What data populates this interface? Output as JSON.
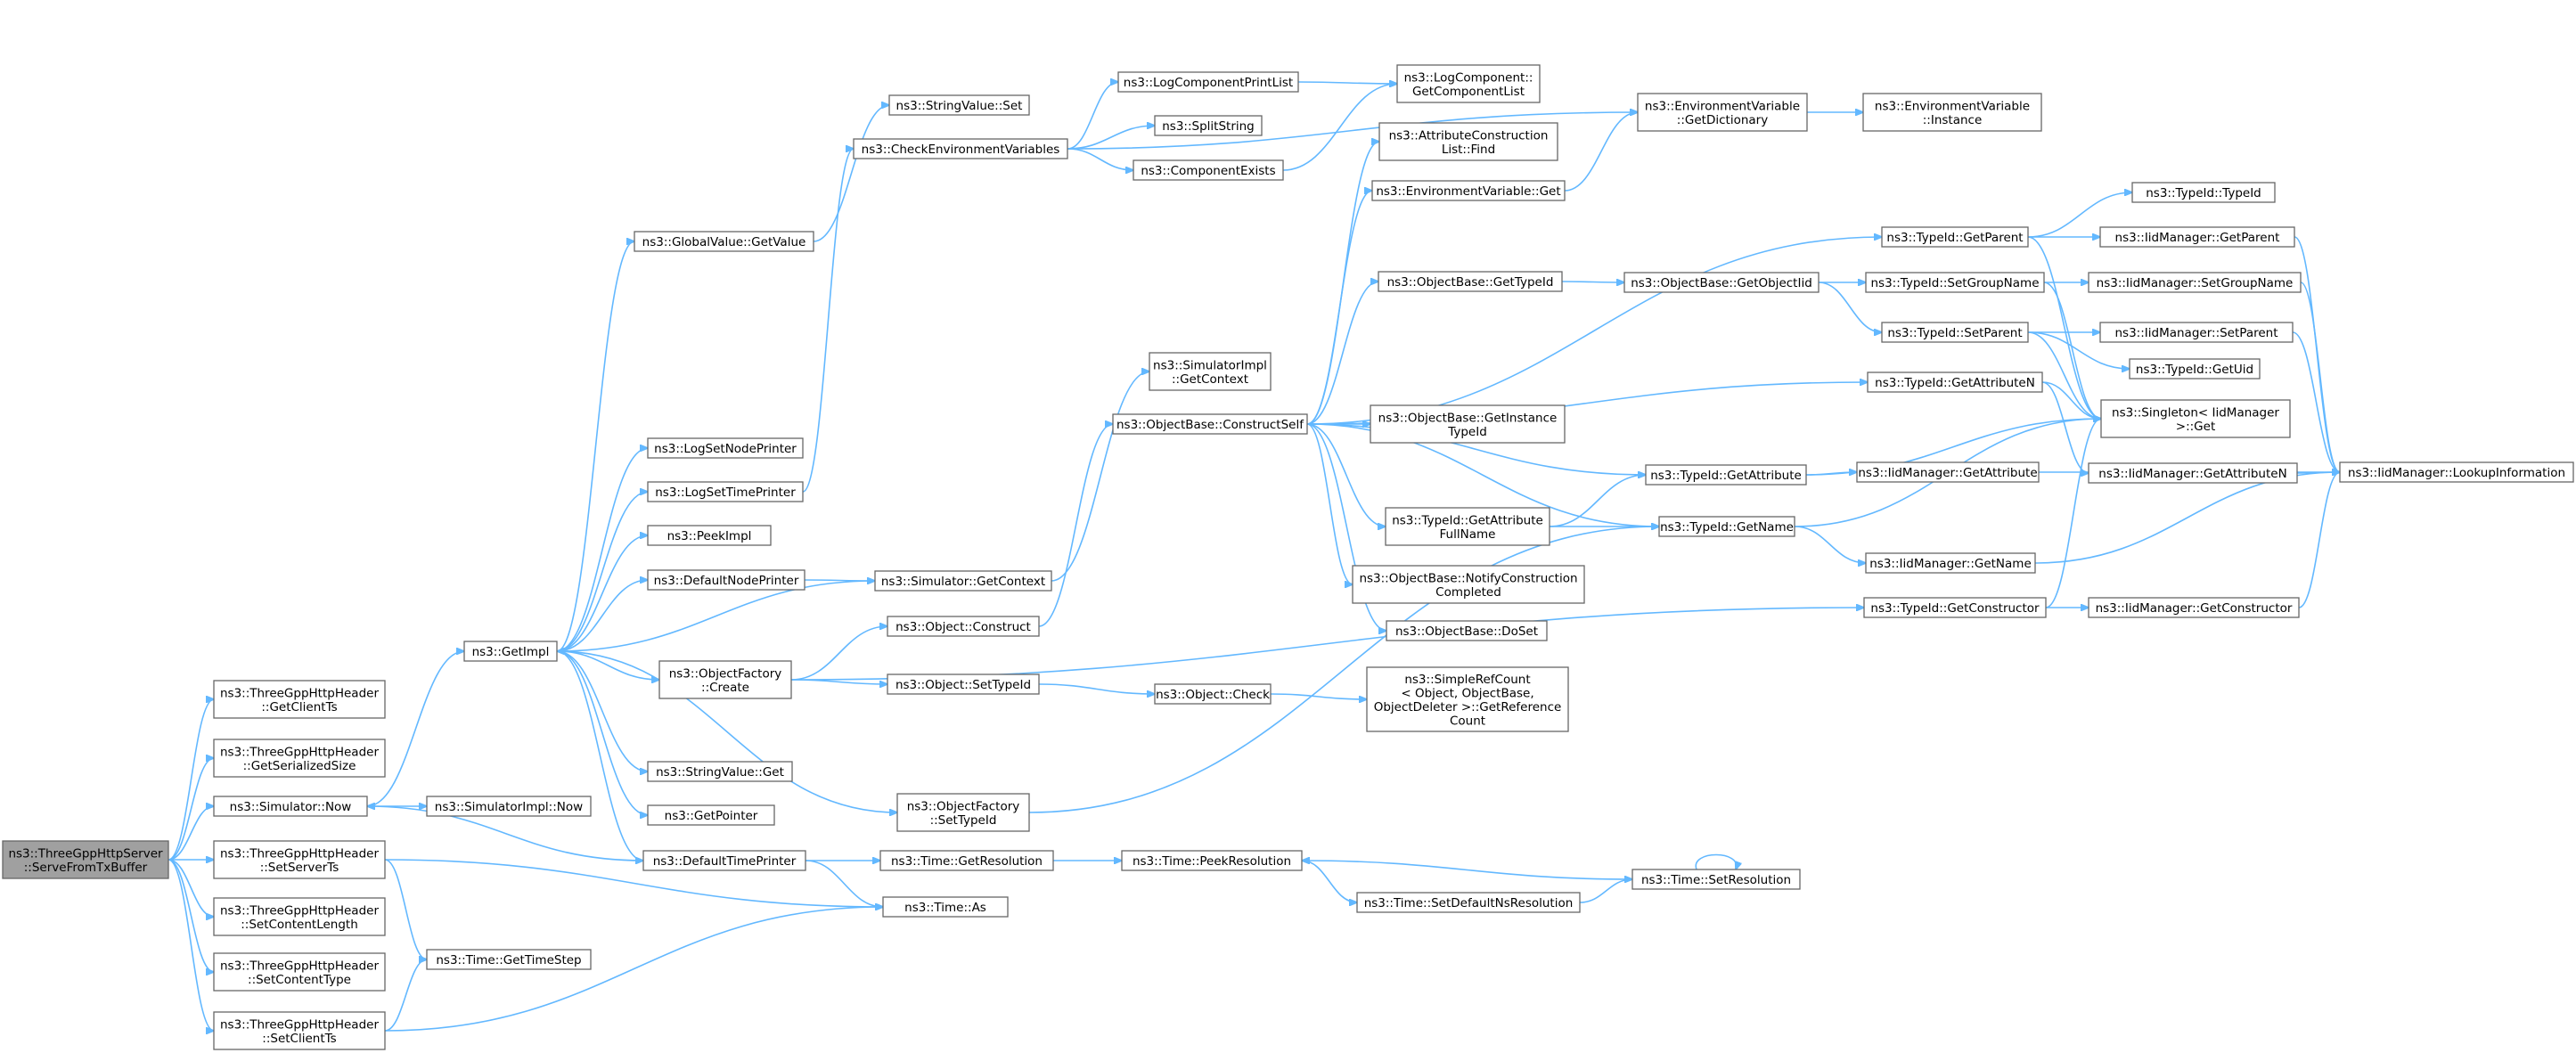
{
  "diagram": {
    "root": "ns3::ThreeGppHttpServer\n::ServeFromTxBuffer",
    "nodes": [
      {
        "id": "root",
        "label": "ns3::ThreeGppHttpServer\n::ServeFromTxBuffer"
      },
      {
        "id": "hdrGetClientTs",
        "label": "ns3::ThreeGppHttpHeader\n::GetClientTs"
      },
      {
        "id": "hdrGetSerializedSize",
        "label": "ns3::ThreeGppHttpHeader\n::GetSerializedSize"
      },
      {
        "id": "simNow",
        "label": "ns3::Simulator::Now"
      },
      {
        "id": "hdrSetServerTs",
        "label": "ns3::ThreeGppHttpHeader\n::SetServerTs"
      },
      {
        "id": "hdrSetContentLength",
        "label": "ns3::ThreeGppHttpHeader\n::SetContentLength"
      },
      {
        "id": "hdrSetContentType",
        "label": "ns3::ThreeGppHttpHeader\n::SetContentType"
      },
      {
        "id": "hdrSetClientTs",
        "label": "ns3::ThreeGppHttpHeader\n::SetClientTs"
      },
      {
        "id": "getImpl",
        "label": "ns3::GetImpl"
      },
      {
        "id": "simImplNow",
        "label": "ns3::SimulatorImpl::Now"
      },
      {
        "id": "timeGetTimeStep",
        "label": "ns3::Time::GetTimeStep"
      },
      {
        "id": "globalValueGetValue",
        "label": "ns3::GlobalValue::GetValue"
      },
      {
        "id": "logSetNodePrinter",
        "label": "ns3::LogSetNodePrinter"
      },
      {
        "id": "logSetTimePrinter",
        "label": "ns3::LogSetTimePrinter"
      },
      {
        "id": "peekImpl",
        "label": "ns3::PeekImpl"
      },
      {
        "id": "defaultNodePrinter",
        "label": "ns3::DefaultNodePrinter"
      },
      {
        "id": "objectFactoryCreate",
        "label": "ns3::ObjectFactory\n::Create"
      },
      {
        "id": "stringValueGet",
        "label": "ns3::StringValue::Get"
      },
      {
        "id": "getPointer",
        "label": "ns3::GetPointer"
      },
      {
        "id": "defaultTimePrinter",
        "label": "ns3::DefaultTimePrinter"
      },
      {
        "id": "timeAs",
        "label": "ns3::Time::As"
      },
      {
        "id": "stringValueSet",
        "label": "ns3::StringValue::Set"
      },
      {
        "id": "checkEnvVars",
        "label": "ns3::CheckEnvironmentVariables"
      },
      {
        "id": "simGetContext",
        "label": "ns3::Simulator::GetContext"
      },
      {
        "id": "objectConstruct",
        "label": "ns3::Object::Construct"
      },
      {
        "id": "objectSetTypeId",
        "label": "ns3::Object::SetTypeId"
      },
      {
        "id": "objectFactorySetTypeId",
        "label": "ns3::ObjectFactory\n::SetTypeId"
      },
      {
        "id": "timeGetResolution",
        "label": "ns3::Time::GetResolution"
      },
      {
        "id": "logComponentPrintList",
        "label": "ns3::LogComponentPrintList"
      },
      {
        "id": "splitString",
        "label": "ns3::SplitString"
      },
      {
        "id": "componentExists",
        "label": "ns3::ComponentExists"
      },
      {
        "id": "simImplGetContext",
        "label": "ns3::SimulatorImpl\n::GetContext"
      },
      {
        "id": "constructSelf",
        "label": "ns3::ObjectBase::ConstructSelf"
      },
      {
        "id": "objectCheck",
        "label": "ns3::Object::Check"
      },
      {
        "id": "timePeekResolution",
        "label": "ns3::Time::PeekResolution"
      },
      {
        "id": "timeSetDefaultNsResolution",
        "label": "ns3::Time::SetDefaultNsResolution"
      },
      {
        "id": "logComponentGetComponentList",
        "label": "ns3::LogComponent::\nGetComponentList"
      },
      {
        "id": "attrConstructionListFind",
        "label": "ns3::AttributeConstruction\nList::Find"
      },
      {
        "id": "envVarGet",
        "label": "ns3::EnvironmentVariable::Get"
      },
      {
        "id": "objectBaseGetTypeId",
        "label": "ns3::ObjectBase::GetTypeId"
      },
      {
        "id": "getInstanceTypeId",
        "label": "ns3::ObjectBase::GetInstance\nTypeId"
      },
      {
        "id": "typeIdGetAttributeFullName",
        "label": "ns3::TypeId::GetAttribute\nFullName"
      },
      {
        "id": "notifyConstructionCompleted",
        "label": "ns3::ObjectBase::NotifyConstruction\nCompleted"
      },
      {
        "id": "objectBaseDoSet",
        "label": "ns3::ObjectBase::DoSet"
      },
      {
        "id": "simpleRefCount",
        "label": "ns3::SimpleRefCount\n< Object, ObjectBase,\nObjectDeleter >::GetReference\nCount"
      },
      {
        "id": "timeSetResolution",
        "label": "ns3::Time::SetResolution"
      },
      {
        "id": "envVarGetDictionary",
        "label": "ns3::EnvironmentVariable\n::GetDictionary"
      },
      {
        "id": "envVarInstance",
        "label": "ns3::EnvironmentVariable\n::Instance"
      },
      {
        "id": "objectBaseGetObjectIid",
        "label": "ns3::ObjectBase::GetObjectIid"
      },
      {
        "id": "typeIdGetAttribute",
        "label": "ns3::TypeId::GetAttribute"
      },
      {
        "id": "typeIdGetName",
        "label": "ns3::TypeId::GetName"
      },
      {
        "id": "typeIdGetParent",
        "label": "ns3::TypeId::GetParent"
      },
      {
        "id": "typeIdSetGroupName",
        "label": "ns3::TypeId::SetGroupName"
      },
      {
        "id": "typeIdSetParent",
        "label": "ns3::TypeId::SetParent"
      },
      {
        "id": "typeIdGetAttributeN",
        "label": "ns3::TypeId::GetAttributeN"
      },
      {
        "id": "iidMgrGetAttribute",
        "label": "ns3::IidManager::GetAttribute"
      },
      {
        "id": "iidMgrGetName",
        "label": "ns3::IidManager::GetName"
      },
      {
        "id": "typeIdGetConstructor",
        "label": "ns3::TypeId::GetConstructor"
      },
      {
        "id": "iidMgrGetConstructor",
        "label": "ns3::IidManager::GetConstructor"
      },
      {
        "id": "typeIdTypeId",
        "label": "ns3::TypeId::TypeId"
      },
      {
        "id": "iidMgrGetParent",
        "label": "ns3::IidManager::GetParent"
      },
      {
        "id": "iidMgrSetGroupName",
        "label": "ns3::IidManager::SetGroupName"
      },
      {
        "id": "iidMgrSetParent",
        "label": "ns3::IidManager::SetParent"
      },
      {
        "id": "typeIdGetUid",
        "label": "ns3::TypeId::GetUid"
      },
      {
        "id": "singletonGet",
        "label": "ns3::Singleton< IidManager\n>::Get"
      },
      {
        "id": "iidMgrGetAttributeN",
        "label": "ns3::IidManager::GetAttributeN"
      },
      {
        "id": "iidMgrLookupInformation",
        "label": "ns3::IidManager::LookupInformation"
      }
    ]
  }
}
